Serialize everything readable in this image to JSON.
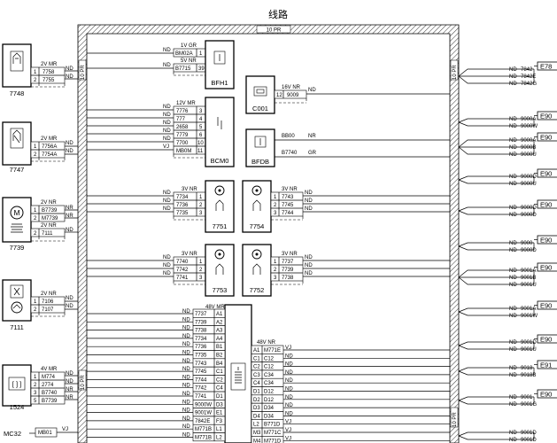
{
  "title": "线路",
  "harness": {
    "top_label": "10 PR",
    "left_label": "10 PR",
    "left_label2": "10 PR",
    "right_label": "10 PR",
    "right_label2": "10 PR"
  },
  "left_components": [
    {
      "id": "7748",
      "conn": "2V MR",
      "pins": [
        {
          "n": "1",
          "w": "7758",
          "s": "ND"
        },
        {
          "n": "2",
          "w": "7755",
          "s": "ND"
        }
      ]
    },
    {
      "id": "7747",
      "conn": "2V MR",
      "pins": [
        {
          "n": "1",
          "w": "7756A",
          "s": "ND"
        },
        {
          "n": "2",
          "w": "7754A",
          "s": "ND"
        }
      ]
    },
    {
      "id": "7739",
      "conn": "2V NR",
      "conn2": "2V NR",
      "pins": [
        {
          "n": "1",
          "w": "B7739",
          "s": "NR"
        },
        {
          "n": "2",
          "w": "M7739",
          "s": "NR"
        }
      ],
      "pins2": [
        {
          "n": "2",
          "w": "7111",
          "s": "ND"
        }
      ]
    },
    {
      "id": "7111",
      "conn": "2V NR",
      "pins": [
        {
          "n": "1",
          "w": "7106",
          "s": "ND"
        },
        {
          "n": "2",
          "w": "7107",
          "s": "ND"
        }
      ]
    },
    {
      "id": "1524",
      "conn": "4V MR",
      "pins": [
        {
          "n": "1",
          "w": "M774",
          "s": "ND"
        },
        {
          "n": "2",
          "w": "2774",
          "s": "ND"
        },
        {
          "n": "3",
          "w": "B7740",
          "s": "NR"
        },
        {
          "n": "5",
          "w": "B7739",
          "s": "NR"
        }
      ]
    },
    {
      "id": "MC32",
      "conn": "",
      "pins": [
        {
          "n": "",
          "w": "MB01",
          "s": "VJ"
        }
      ]
    }
  ],
  "bfh1": {
    "id": "BFH1",
    "conn": "1V GR",
    "conn2": "5V NR",
    "pins": [
      {
        "w": "BM02A",
        "n": "1",
        "s": "ND"
      },
      {
        "w": "B7715",
        "n": "39",
        "s": "ND"
      }
    ]
  },
  "c001": {
    "id": "C001",
    "conn": "16V NR",
    "pins": [
      {
        "n": "12",
        "w": "9009",
        "s": "ND"
      }
    ]
  },
  "bcm0": {
    "id": "BCM0",
    "conn": "12V MR",
    "pins": [
      {
        "s": "ND",
        "w": "7776",
        "n": "3"
      },
      {
        "s": "ND",
        "w": "777",
        "n": "4"
      },
      {
        "s": "ND",
        "w": "2658",
        "n": "5"
      },
      {
        "s": "ND",
        "w": "7779",
        "n": "6"
      },
      {
        "s": "ND",
        "w": "7700",
        "n": "10"
      },
      {
        "s": "VJ",
        "w": "MB0M",
        "n": "11"
      }
    ]
  },
  "bfdb": {
    "id": "BFDB",
    "pins": [
      {
        "w": "BB00",
        "s": "NR"
      },
      {
        "w": "B7740",
        "s": "GR"
      }
    ]
  },
  "mid_components": [
    {
      "id": "7751",
      "conn": "3V NR",
      "pins": [
        {
          "s": "ND",
          "w": "7734",
          "n": "1"
        },
        {
          "s": "ND",
          "w": "7736",
          "n": "2"
        },
        {
          "s": "ND",
          "w": "7735",
          "n": "3"
        }
      ]
    },
    {
      "id": "7754",
      "conn": "3V NR",
      "pins": [
        {
          "n": "1",
          "w": "7743",
          "s": "ND"
        },
        {
          "n": "2",
          "w": "7745",
          "s": "ND"
        },
        {
          "n": "3",
          "w": "7744",
          "s": "ND"
        }
      ]
    },
    {
      "id": "7753",
      "conn": "3V NR",
      "pins": [
        {
          "s": "ND",
          "w": "7740",
          "n": "1"
        },
        {
          "s": "ND",
          "w": "7742",
          "n": "2"
        },
        {
          "s": "ND",
          "w": "7741",
          "n": "3"
        }
      ]
    },
    {
      "id": "7752",
      "conn": "3V NR",
      "pins": [
        {
          "n": "1",
          "w": "7737",
          "s": "ND"
        },
        {
          "n": "2",
          "w": "7739",
          "s": "ND"
        },
        {
          "n": "3",
          "w": "7738",
          "s": "ND"
        }
      ]
    }
  ],
  "big_connector": {
    "conn": "48V MR",
    "left_pins": [
      {
        "s": "ND",
        "w": "7737",
        "n": "A1"
      },
      {
        "s": "ND",
        "w": "7739",
        "n": "A2"
      },
      {
        "s": "ND",
        "w": "7738",
        "n": "A3"
      },
      {
        "s": "ND",
        "w": "7734",
        "n": "A4"
      },
      {
        "s": "ND",
        "w": "7736",
        "n": "B1"
      },
      {
        "s": "ND",
        "w": "7735",
        "n": "B2"
      },
      {
        "s": "ND",
        "w": "7743",
        "n": "B4"
      },
      {
        "s": "ND",
        "w": "7745",
        "n": "C1"
      },
      {
        "s": "ND",
        "w": "7744",
        "n": "C2"
      },
      {
        "s": "ND",
        "w": "7742",
        "n": "C4"
      },
      {
        "s": "ND",
        "w": "7741",
        "n": "D1"
      },
      {
        "s": "ND",
        "w": "9000W",
        "n": "D3"
      },
      {
        "s": "ND",
        "w": "9001W",
        "n": "E1"
      },
      {
        "s": "ND",
        "w": "7842E",
        "n": "F3"
      },
      {
        "s": "ND",
        "w": "M771B",
        "n": "L1"
      },
      {
        "s": "ND",
        "w": "M771B",
        "n": "L2"
      }
    ],
    "right_conn": "48V NR",
    "right_pins": [
      {
        "n": "A1",
        "w": "M771E",
        "s": "VJ"
      },
      {
        "n": "C1",
        "w": "C12",
        "s": "ND"
      },
      {
        "n": "C2",
        "w": "C12",
        "s": "ND"
      },
      {
        "n": "C3",
        "w": "C34",
        "s": "ND"
      },
      {
        "n": "C4",
        "w": "C34",
        "s": "ND"
      },
      {
        "n": "D1",
        "w": "D12",
        "s": "ND"
      },
      {
        "n": "D2",
        "w": "D12",
        "s": "ND"
      },
      {
        "n": "D3",
        "w": "D34",
        "s": "ND"
      },
      {
        "n": "D4",
        "w": "D34",
        "s": "ND"
      },
      {
        "n": "L2",
        "w": "B771D",
        "s": "VJ"
      },
      {
        "n": "M3",
        "w": "M771C",
        "s": "VJ"
      },
      {
        "n": "M4",
        "w": "M771D",
        "s": "VJ"
      }
    ]
  },
  "right_groups": [
    {
      "id": "E78",
      "rows": [
        {
          "s": "ND",
          "w": "7842"
        },
        {
          "s": "ND",
          "w": "7842E"
        },
        {
          "s": "ND",
          "w": "7842G"
        }
      ]
    },
    {
      "id": "E90",
      "rows": [
        {
          "s": "ND",
          "w": "9000A"
        },
        {
          "s": "ND",
          "w": "9000W"
        }
      ]
    },
    {
      "id": "E90",
      "rows": [
        {
          "s": "ND",
          "w": "9000A"
        },
        {
          "s": "ND",
          "w": "9000B"
        },
        {
          "s": "ND",
          "w": "9000U"
        }
      ]
    },
    {
      "id": "E90",
      "rows": [
        {
          "s": "ND",
          "w": "9000D"
        },
        {
          "s": "ND",
          "w": "9000U"
        }
      ]
    },
    {
      "id": "E90",
      "rows": [
        {
          "s": "ND",
          "w": "9000D"
        },
        {
          "s": "ND",
          "w": "9000D"
        }
      ]
    },
    {
      "id": "E90",
      "rows": [
        {
          "s": "ND",
          "w": "9000"
        },
        {
          "s": "ND",
          "w": "9000D"
        }
      ]
    },
    {
      "id": "E90",
      "rows": [
        {
          "s": "ND",
          "w": "9001A"
        },
        {
          "s": "ND",
          "w": "9001B"
        },
        {
          "s": "ND",
          "w": "9001U"
        }
      ]
    },
    {
      "id": "E90",
      "rows": [
        {
          "s": "ND",
          "w": "9001A"
        },
        {
          "s": "ND",
          "w": "9001W"
        }
      ]
    },
    {
      "id": "E90",
      "rows": [
        {
          "s": "ND",
          "w": "9001D"
        },
        {
          "s": "ND",
          "w": "9001U"
        }
      ]
    },
    {
      "id": "E91",
      "rows": [
        {
          "s": "ND",
          "w": "9018"
        },
        {
          "s": "ND",
          "w": "9018B"
        }
      ]
    },
    {
      "id": "E90",
      "rows": [
        {
          "s": "ND",
          "w": "9001"
        },
        {
          "s": "ND",
          "w": "9001G"
        }
      ]
    },
    {
      "id": "",
      "rows": [
        {
          "s": "ND",
          "w": "9001D"
        },
        {
          "s": "ND",
          "w": "9001D"
        }
      ]
    }
  ]
}
